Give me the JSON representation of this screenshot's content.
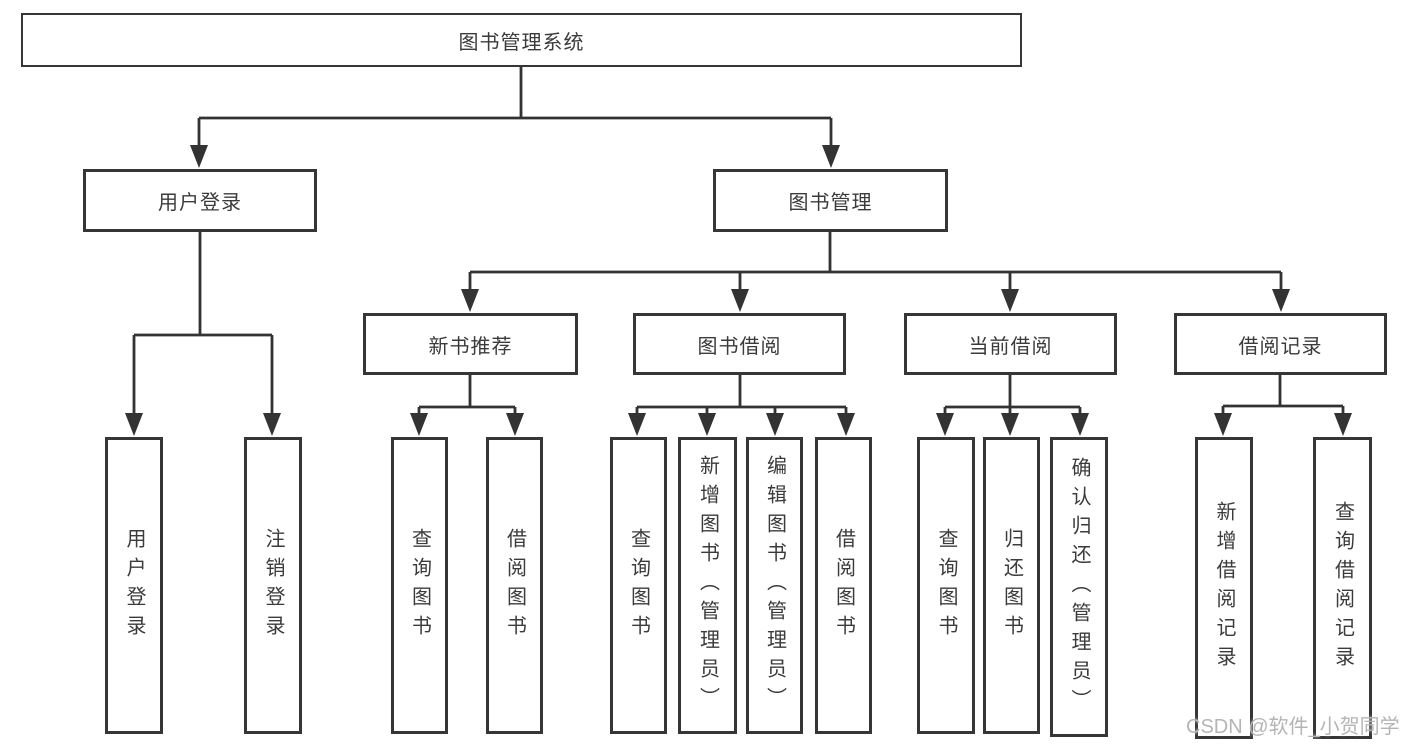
{
  "nodes": {
    "root": "图书管理系统",
    "user_login": "用户登录",
    "book_management": "图书管理",
    "leaf_user_login": "用户登录",
    "leaf_logout": "注销登录",
    "new_book_rec": "新书推荐",
    "book_borrow": "图书借阅",
    "current_borrow": "当前借阅",
    "borrow_record": "借阅记录",
    "nbr_query_book": "查询图书",
    "nbr_borrow_book": "借阅图书",
    "bb_query_book": "查询图书",
    "bb_add_book": "新增图书（管理员）",
    "bb_edit_book": "编辑图书（管理员）",
    "bb_borrow_book": "借阅图书",
    "cb_query_book": "查询图书",
    "cb_return_book": "归还图书",
    "cb_confirm_return": "确认归还（管理员）",
    "br_add_record": "新增借阅记录",
    "br_query_record": "查询借阅记录"
  },
  "watermark": "CSDN @软件_小贺同学",
  "colors": {
    "line": "#333333",
    "border": "#363636",
    "text": "#3b3b3b",
    "wm": "#b5b5b5"
  }
}
